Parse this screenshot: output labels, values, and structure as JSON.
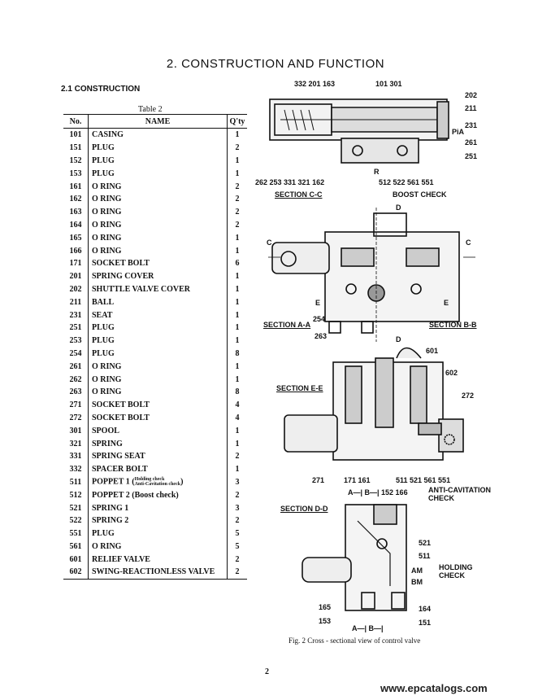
{
  "heading": "2.  CONSTRUCTION AND FUNCTION",
  "subheading": "2.1 CONSTRUCTION",
  "table_caption": "Table 2",
  "table_headers": {
    "no": "No.",
    "name": "NAME",
    "qty": "Q'ty"
  },
  "parts": [
    {
      "no": "101",
      "name": "CASING",
      "qty": "1"
    },
    {
      "no": "151",
      "name": "PLUG",
      "qty": "2"
    },
    {
      "no": "152",
      "name": "PLUG",
      "qty": "1"
    },
    {
      "no": "153",
      "name": "PLUG",
      "qty": "1"
    },
    {
      "no": "161",
      "name": "O RING",
      "qty": "2"
    },
    {
      "no": "162",
      "name": "O RING",
      "qty": "2"
    },
    {
      "no": "163",
      "name": "O RING",
      "qty": "2"
    },
    {
      "no": "164",
      "name": "O RING",
      "qty": "2"
    },
    {
      "no": "165",
      "name": "O RING",
      "qty": "1"
    },
    {
      "no": "166",
      "name": "O RING",
      "qty": "1"
    },
    {
      "no": "171",
      "name": "SOCKET BOLT",
      "qty": "6"
    },
    {
      "no": "201",
      "name": "SPRING COVER",
      "qty": "1"
    },
    {
      "no": "202",
      "name": "SHUTTLE VALVE COVER",
      "qty": "1"
    },
    {
      "no": "211",
      "name": "BALL",
      "qty": "1"
    },
    {
      "no": "231",
      "name": "SEAT",
      "qty": "1"
    },
    {
      "no": "251",
      "name": "PLUG",
      "qty": "1"
    },
    {
      "no": "253",
      "name": "PLUG",
      "qty": "1"
    },
    {
      "no": "254",
      "name": "PLUG",
      "qty": "8"
    },
    {
      "no": "261",
      "name": "O RING",
      "qty": "1"
    },
    {
      "no": "262",
      "name": "O RING",
      "qty": "1"
    },
    {
      "no": "263",
      "name": "O RING",
      "qty": "8"
    },
    {
      "no": "271",
      "name": "SOCKET BOLT",
      "qty": "4"
    },
    {
      "no": "272",
      "name": "SOCKET BOLT",
      "qty": "4"
    },
    {
      "no": "301",
      "name": "SPOOL",
      "qty": "1"
    },
    {
      "no": "321",
      "name": "SPRING",
      "qty": "1"
    },
    {
      "no": "331",
      "name": "SPRING SEAT",
      "qty": "2"
    },
    {
      "no": "332",
      "name": "SPACER BOLT",
      "qty": "1"
    },
    {
      "no": "511",
      "name": "POPPET 1 (",
      "note1": "Holding check",
      "note2": "Anti-Cavitation check",
      "name_end": ")",
      "qty": "3"
    },
    {
      "no": "512",
      "name": "POPPET 2 (Boost check)",
      "qty": "2"
    },
    {
      "no": "521",
      "name": "SPRING 1",
      "qty": "3"
    },
    {
      "no": "522",
      "name": "SPRING 2",
      "qty": "2"
    },
    {
      "no": "551",
      "name": "PLUG",
      "qty": "5"
    },
    {
      "no": "561",
      "name": "O RING",
      "qty": "5"
    },
    {
      "no": "601",
      "name": "RELIEF VALVE",
      "qty": "2"
    },
    {
      "no": "602",
      "name": "SWING-REACTIONLESS VALVE",
      "qty": "2"
    }
  ],
  "figure": {
    "labels": {
      "l332": "332 201 163",
      "l101": "101 301",
      "l202": "202",
      "l211": "211",
      "l231": "231",
      "lPiA": "PiA",
      "l261": "261",
      "l251": "251",
      "lbottomCC": "262 253 331 321 162",
      "lR": "R",
      "l512": "512 522 561 551",
      "secCC": "SECTION C-C",
      "boost": "BOOST CHECK",
      "D1": "D",
      "C1": "C",
      "C2": "C",
      "E1": "E",
      "E2": "E",
      "l254": "254",
      "secAA": "SECTION A-A",
      "l263": "263",
      "D2": "D",
      "secBB": "SECTION B-B",
      "l601": "601",
      "l602": "602",
      "secEE": "SECTION E-E",
      "l272": "272",
      "l271": "271",
      "l171": "171 161",
      "l511": "511 521 561 551",
      "AB": "A—| B—| 152 166",
      "anticav": "ANTI-CAVITATION",
      "check": "CHECK",
      "secDD": "SECTION D-D",
      "l521": "521",
      "l511b": "511",
      "AM": "AM",
      "BM": "BM",
      "holding": "HOLDING",
      "check2": "CHECK",
      "l165": "165",
      "l164": "164",
      "l153": "153",
      "l151": "151",
      "AB2": "A—|   B—|"
    },
    "caption": "Fig. 2  Cross - sectional view of control valve"
  },
  "page_number": "2",
  "watermark": "www.epcatalogs.com"
}
